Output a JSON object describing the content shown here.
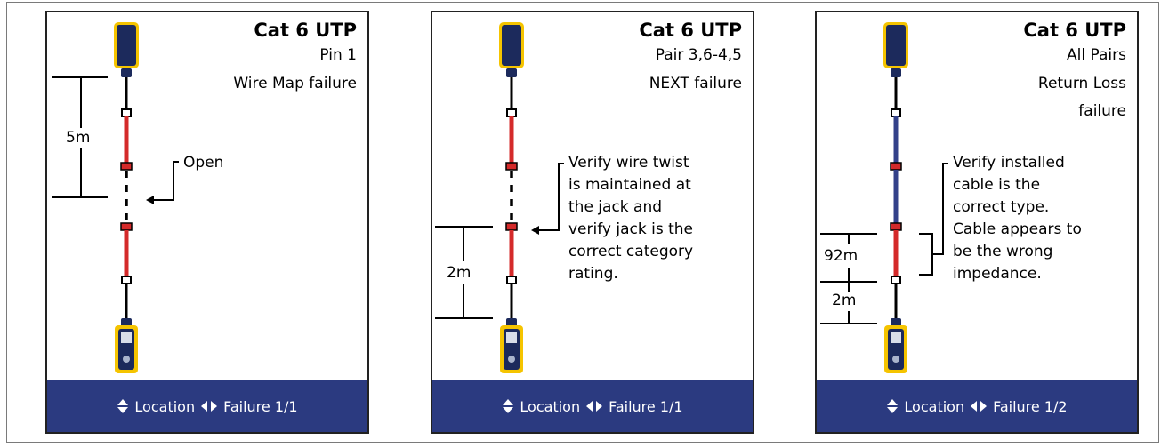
{
  "panels": [
    {
      "title": "Cat 6 UTP",
      "lines": [
        "Pin 1",
        "Wire Map failure"
      ],
      "note": [
        "Open"
      ],
      "distances": [
        "5m"
      ],
      "footer": {
        "location_label": "Location",
        "failure_label": "Failure 1/1"
      }
    },
    {
      "title": "Cat 6 UTP",
      "lines": [
        "Pair 3,6-4,5",
        "NEXT failure"
      ],
      "note": [
        "Verify wire twist",
        "is maintained at",
        "the jack and",
        "verify jack is the",
        "correct category",
        "rating."
      ],
      "distances": [
        "2m"
      ],
      "footer": {
        "location_label": "Location",
        "failure_label": "Failure 1/1"
      }
    },
    {
      "title": "Cat 6 UTP",
      "lines": [
        "All Pairs",
        "Return Loss",
        "failure"
      ],
      "note": [
        "Verify installed",
        "cable is the",
        "correct type.",
        "Cable appears to",
        "be the wrong",
        "impedance."
      ],
      "distances": [
        "92m",
        "2m"
      ],
      "footer": {
        "location_label": "Location",
        "failure_label": "Failure 1/2"
      }
    }
  ],
  "colors": {
    "footer_bg": "#2b3a80",
    "segment_red": "#d42a2a",
    "segment_blue": "#33418a",
    "connector_yellow": "#f5c400",
    "device_navy": "#1c2a5c"
  }
}
